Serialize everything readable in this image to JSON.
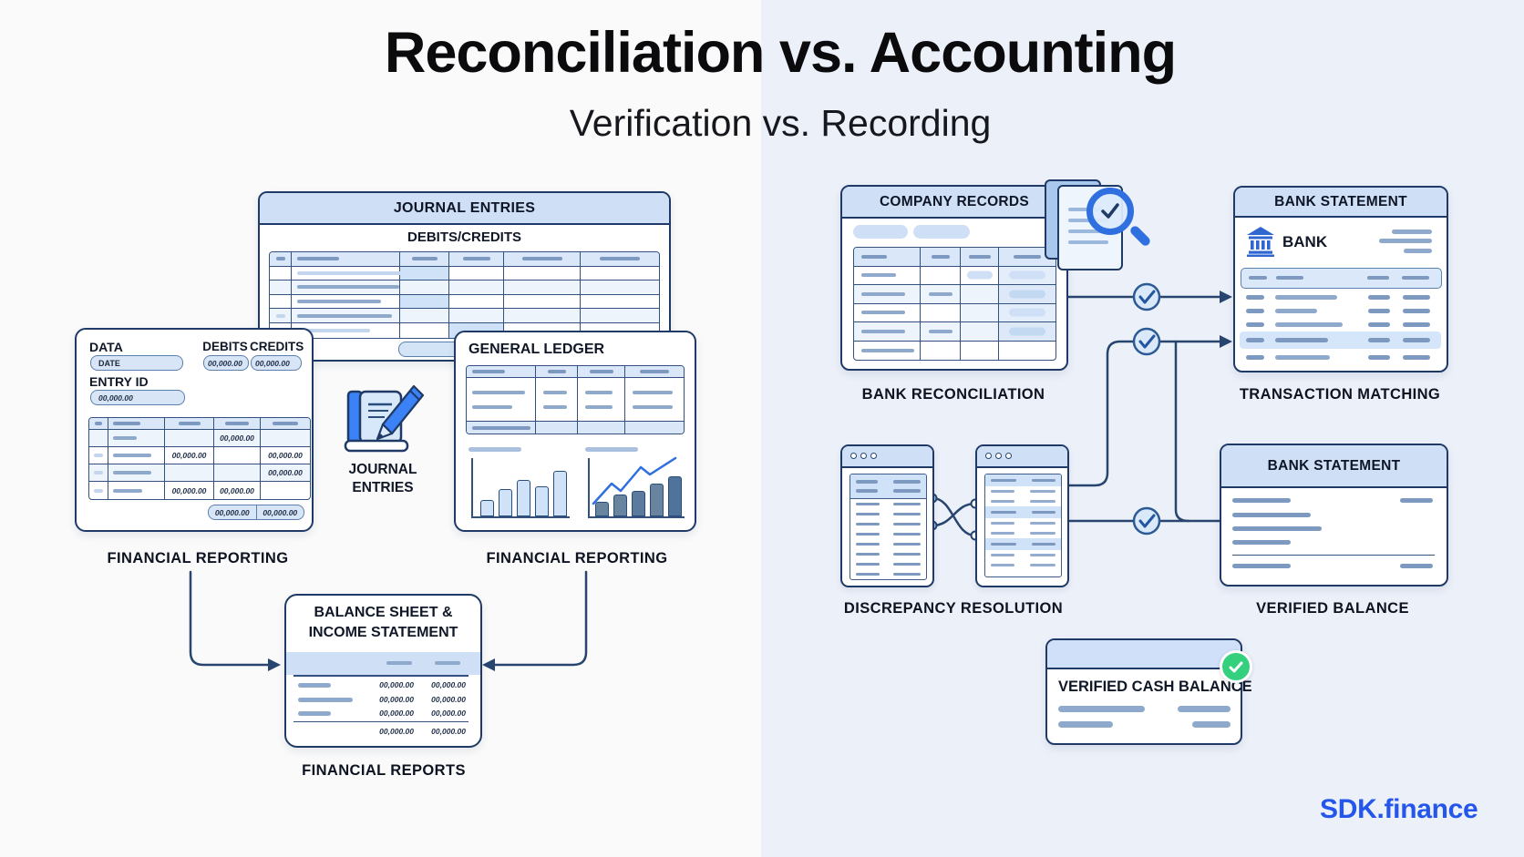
{
  "page": {
    "title": "Reconciliation vs. Accounting",
    "subtitle": "Verification vs. Recording",
    "brand": "SDK.finance"
  },
  "colors": {
    "navy_border": "#1f3a66",
    "connector_line": "#27456f",
    "header_band": "#cfdff5",
    "table_header": "#d9e7f8",
    "highlight_cell": "#cfe2f8",
    "accent_blue": "#2f66d0",
    "brand_blue": "#2556eb",
    "green_check": "#35d07e",
    "bg_left": "#fafafa",
    "bg_right": "#ecf0f9"
  },
  "accounting": {
    "journal_card": {
      "header": "JOURNAL ENTRIES",
      "subheader": "DEBITS/CREDITS"
    },
    "data_card": {
      "data_label": "DATA",
      "date_value": "DATE",
      "debits_label": "DEBITS",
      "credits_label": "CREDITS",
      "entry_id_label": "ENTRY ID",
      "amount": "00,000.00"
    },
    "ledger_card": {
      "title": "GENERAL LEDGER"
    },
    "journal_icon_label": "JOURNAL ENTRIES",
    "caption_left": "FINANCIAL REPORTING",
    "caption_right": "FINANCIAL REPORTING",
    "balance_card": {
      "title_line1": "BALANCE SHEET &",
      "title_line2": "INCOME STATEMENT",
      "amount": "00,000.00"
    },
    "caption_reports": "FINANCIAL REPORTS"
  },
  "reconciliation": {
    "company_card": {
      "header": "COMPANY RECORDS"
    },
    "caption_bank_reconciliation": "BANK RECONCILIATION",
    "bank_statement_top": {
      "header": "BANK STATEMENT",
      "bank_label": "BANK"
    },
    "caption_transaction_matching": "TRANSACTION MATCHING",
    "caption_discrepancy_resolution": "DISCREPANCY RESOLUTION",
    "bank_statement_bottom": {
      "header": "BANK STATEMENT"
    },
    "caption_verified_balance": "VERIFIED BALANCE",
    "verified_cash_card": {
      "title": "VERIFIED CASH BALANCE"
    }
  }
}
